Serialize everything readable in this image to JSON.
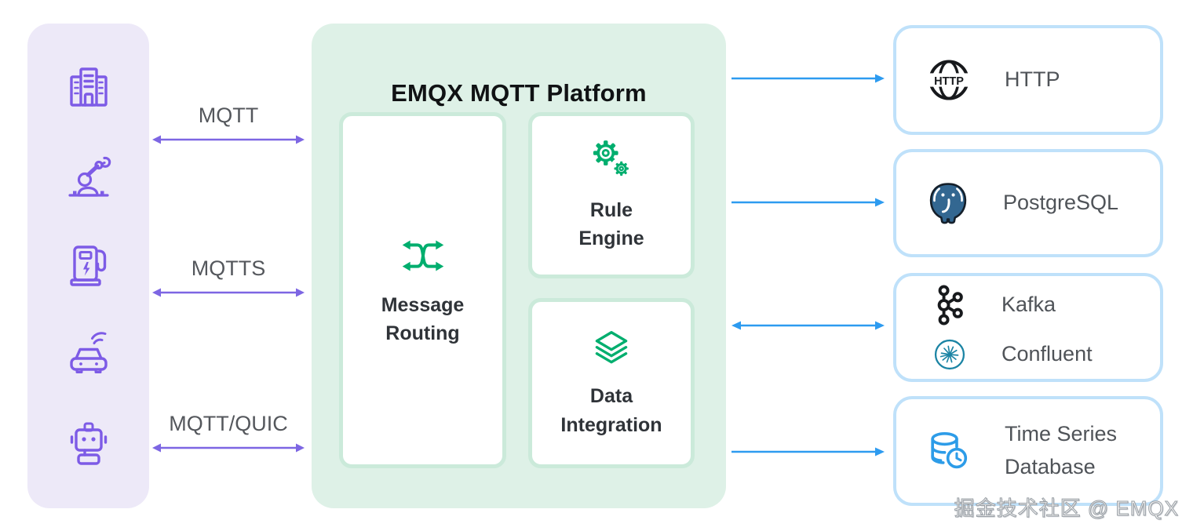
{
  "platform": {
    "title": "EMQX MQTT Platform",
    "modules": [
      {
        "label": "Message Routing",
        "icon": "shuffle-icon"
      },
      {
        "label": "Rule Engine",
        "icon": "gears-icon"
      },
      {
        "label": "Data Integration",
        "icon": "layers-icon"
      }
    ]
  },
  "devices": {
    "items": [
      {
        "icon": "office-building-icon"
      },
      {
        "icon": "robot-arm-icon"
      },
      {
        "icon": "ev-charger-icon"
      },
      {
        "icon": "connected-car-icon"
      },
      {
        "icon": "robot-icon"
      }
    ]
  },
  "protocols": [
    {
      "label": "MQTT",
      "direction": "bidirectional"
    },
    {
      "label": "MQTTS",
      "direction": "bidirectional"
    },
    {
      "label": "MQTT/QUIC",
      "direction": "bidirectional"
    }
  ],
  "integrations": [
    {
      "label": "HTTP",
      "icon": "http-globe-icon",
      "icon_text": "HTTP",
      "arrow": "right"
    },
    {
      "label": "PostgreSQL",
      "icon": "postgresql-elephant-icon",
      "arrow": "right"
    },
    {
      "label_primary": "Kafka",
      "label_secondary": "Confluent",
      "icons": [
        "kafka-icon",
        "confluent-icon"
      ],
      "arrow": "bidirectional"
    },
    {
      "label": "Time Series Database",
      "icon": "time-series-database-icon",
      "arrow": "right"
    }
  ],
  "watermark": "掘金技术社区 @ EMQX",
  "colors": {
    "device_purple": "#7D5BE6",
    "device_panel_bg": "#EDE9F8",
    "platform_bg": "#DEF1E7",
    "platform_card_border": "#CBEADA",
    "platform_green": "#00AE6E",
    "blue_arrow": "#2D9BF0",
    "integration_border": "#BFE1FA",
    "label_gray": "#54575C",
    "title_dark": "#101214",
    "postgres_blue": "#336791",
    "confluent_teal": "#1B84A4",
    "tsdb_blue": "#2D9CE8",
    "kafka_black": "#17191C"
  }
}
